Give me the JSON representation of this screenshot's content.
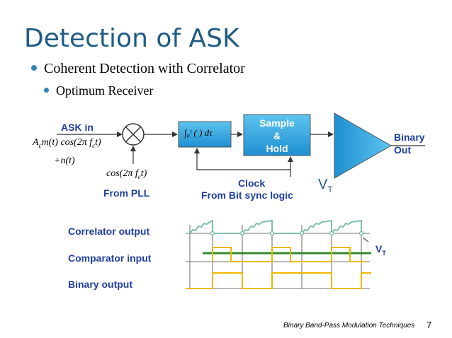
{
  "slide": {
    "title": "Detection of ASK",
    "bullet1": "Coherent Detection with Correlator",
    "bullet2": "Optimum Receiver",
    "footer": "Binary Band-Pass Modulation Techniques",
    "page_number": "7"
  },
  "diagram": {
    "ask_in": "ASK in",
    "input_signal": "A",
    "input_signal_sub": "c",
    "input_signal_mid": "m(t) cos(2π f",
    "input_signal_sub2": "c",
    "input_signal_end": "t)",
    "noise": "+n(t)",
    "carrier": "cos(2π f",
    "carrier_sub": "c",
    "carrier_end": "t)",
    "from_pll": "From PLL",
    "integrator": "∫₀ᵗ ( ) dτ",
    "sample_hold_1": "Sample",
    "sample_hold_2": "&",
    "sample_hold_3": "Hold",
    "clock": "Clock",
    "bit_sync": "From Bit sync logic",
    "threshold": "V",
    "threshold_sub": "T",
    "binary_out_1": "Binary",
    "binary_out_2": "Out"
  },
  "waveforms": {
    "correlator_output": "Correlator output",
    "comparator_input": "Comparator input",
    "binary_output": "Binary output",
    "threshold": "V",
    "threshold_sub": "T"
  },
  "colors": {
    "title": "#1f5c84",
    "label_blue": "#1f3f9f",
    "block_fill": "#29a3e0",
    "correlator_wave": "#7fbfaa",
    "comparator_wave": "#f0b800",
    "threshold_line": "#2e8b2e"
  }
}
